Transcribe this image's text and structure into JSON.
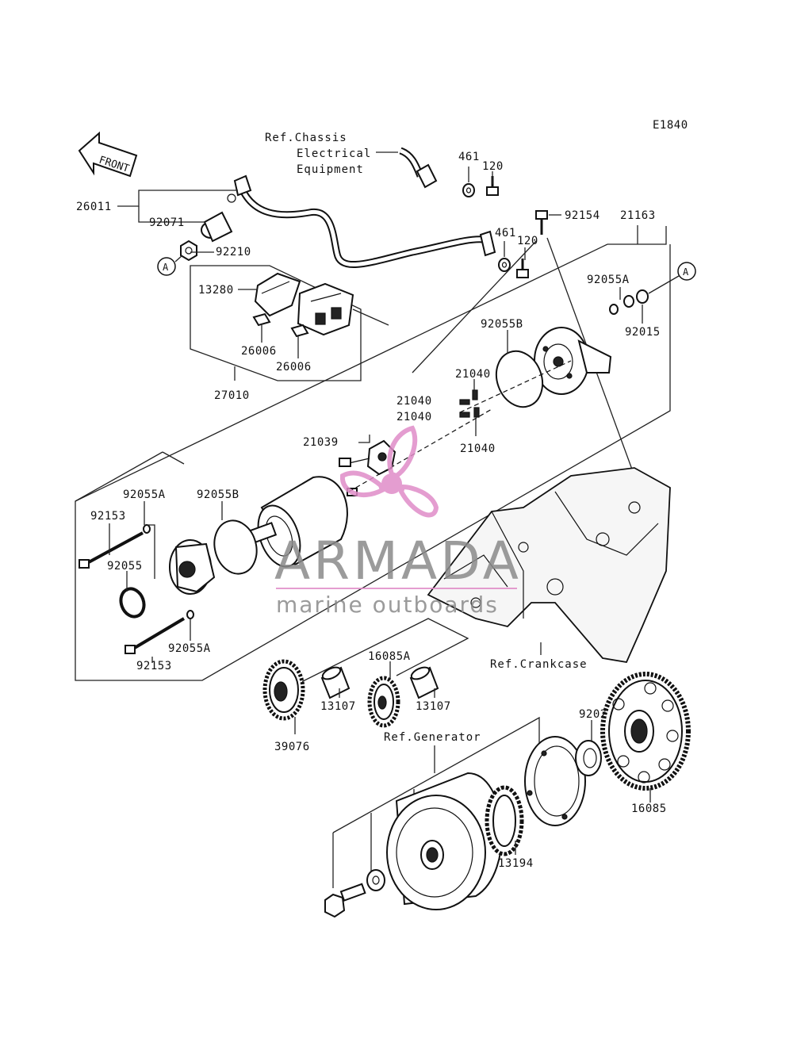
{
  "diagram_code": "E1840",
  "front_arrow": {
    "label": "FRONT"
  },
  "callout_a": "A",
  "refs": {
    "chassis_line1": "Ref.Chassis",
    "chassis_line2": "Electrical",
    "chassis_line3": "Equipment",
    "crankcase": "Ref.Crankcase",
    "generator": "Ref.Generator"
  },
  "parts": {
    "p26011": "26011",
    "p92071": "92071",
    "p92210": "92210",
    "p13280": "13280",
    "p26006a": "26006",
    "p26006b": "26006",
    "p27010": "27010",
    "p461a": "461",
    "p120a": "120",
    "p461b": "461",
    "p120b": "120",
    "p92154": "92154",
    "p21163": "21163",
    "p92055A_top": "92055A",
    "p92015": "92015",
    "p92055B_top": "92055B",
    "p21040a": "21040",
    "p21040b": "21040",
    "p21040c": "21040",
    "p21040d": "21040",
    "p21039": "21039",
    "p92055A_left": "92055A",
    "p92055B_left": "92055B",
    "p92153_top": "92153",
    "p92055": "92055",
    "p92153_bottom": "92153",
    "p92055A_bottom": "92055A",
    "p13107a": "13107",
    "p16085A": "16085A",
    "p13107b": "13107",
    "p39076": "39076",
    "p92026": "92026",
    "p16085": "16085",
    "p13194": "13194"
  },
  "watermark": {
    "brand": "ARMADA",
    "tagline": "marine outboards",
    "color": "#e08cc8"
  }
}
